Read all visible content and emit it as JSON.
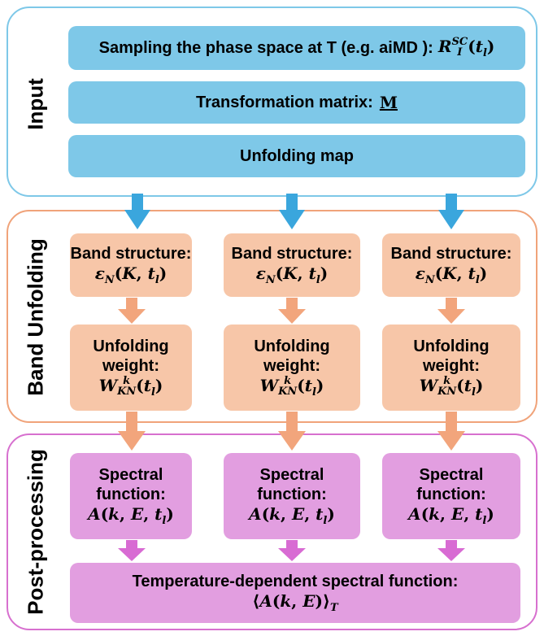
{
  "input": {
    "label": "Input",
    "sampling_text": "Sampling the phase space at T (e.g. aiMD ):",
    "sampling_math": "R_I^SC(t_l)",
    "transformation_text": "Transformation matrix:",
    "transformation_math": "M",
    "unfolding_map": "Unfolding map"
  },
  "band_unfolding": {
    "label": "Band Unfolding",
    "band_structure_label": "Band structure:",
    "band_structure_math": "ε_N(K, t_l)",
    "weight_line1": "Unfolding",
    "weight_line2": "weight:",
    "weight_math": "W_KN^k(t_l)"
  },
  "post_processing": {
    "label": "Post-processing",
    "spectral_line1": "Spectral",
    "spectral_line2": "function:",
    "spectral_math": "A(k, E, t_l)",
    "temperature_text": "Temperature-dependent spectral function:",
    "temperature_math": "⟨A(k, E)⟩_T"
  },
  "colors": {
    "input": "#7ec8e8",
    "band": "#f0a37a",
    "band_box": "#f7c6a8",
    "post": "#d770cf",
    "post_box": "#e29ee0",
    "arrow_blue": "#3aa6dd",
    "arrow_orange": "#f2a57c",
    "arrow_pink": "#d86bd3"
  }
}
